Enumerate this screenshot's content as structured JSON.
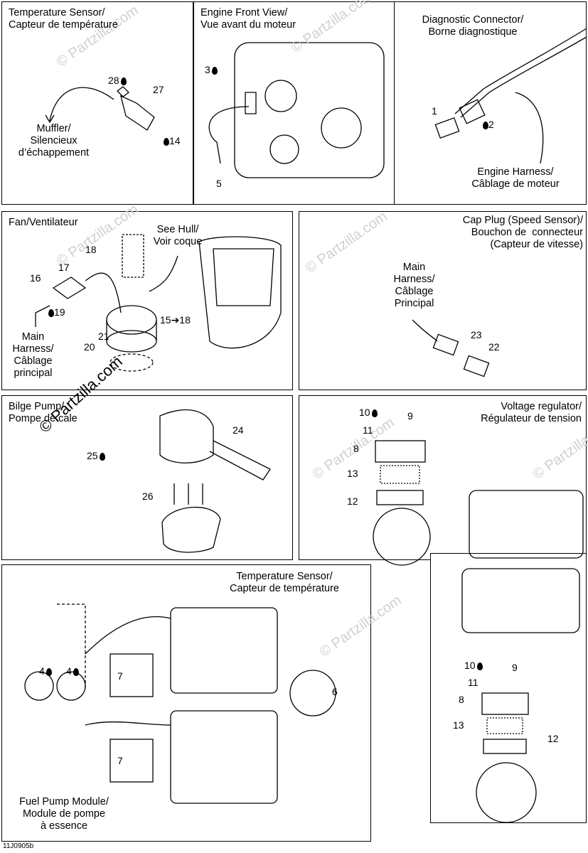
{
  "panels": {
    "temp_sensor": {
      "title": "Temperature Sensor/\nCapteur de température",
      "muffler": "Muffler/\nSilencieux\nd’échappement",
      "n28": "28",
      "n27": "27",
      "n14": "14"
    },
    "engine_front": {
      "title": "Engine Front View/\nVue avant du moteur",
      "n3": "3",
      "n5": "5"
    },
    "diag": {
      "title": "Diagnostic Connector/\nBorne diagnostique",
      "harness": "Engine Harness/\nCâblage de moteur",
      "n1": "1",
      "n2": "2"
    },
    "fan": {
      "title": "Fan/Ventilateur",
      "see_hull": "See Hull/\nVoir coque",
      "main_harness": "Main\nHarness/\nCâblage\nprincipal",
      "n18": "18",
      "n17": "17",
      "n16": "16",
      "n19": "19",
      "n15_18": "15➔18",
      "n21": "21",
      "n20": "20"
    },
    "cap_plug": {
      "title": "Cap Plug (Speed Sensor)/\nBouchon de  connecteur\n(Capteur de vitesse)",
      "main_harness": "Main\nHarness/\nCâblage\nPrincipal",
      "n23": "23",
      "n22": "22"
    },
    "bilge": {
      "title": "Bilge Pump/\nPompe de cale",
      "n24": "24",
      "n25": "25",
      "n26": "26",
      "watermark": "© Partzilla.com"
    },
    "voltage": {
      "title": "Voltage regulator/\nRégulateur de tension",
      "n10": "10",
      "n9": "9",
      "n11": "11",
      "n8": "8",
      "n13": "13",
      "n12": "12"
    },
    "bottom": {
      "temp_title": "Temperature Sensor/\nCapteur de température",
      "fuel_pump": "Fuel Pump Module/\nModule de pompe\nà essence",
      "n4a": "4",
      "n4b": "4",
      "n7a": "7",
      "n7b": "7",
      "n6": "6",
      "n10": "10",
      "n9": "9",
      "n11": "11",
      "n8": "8",
      "n13": "13",
      "n12": "12"
    }
  },
  "footer": "11J0905b",
  "watermark_text": "© Partzilla.com",
  "colors": {
    "line": "#000000",
    "watermark": "#d0d0d0",
    "background": "#ffffff"
  }
}
